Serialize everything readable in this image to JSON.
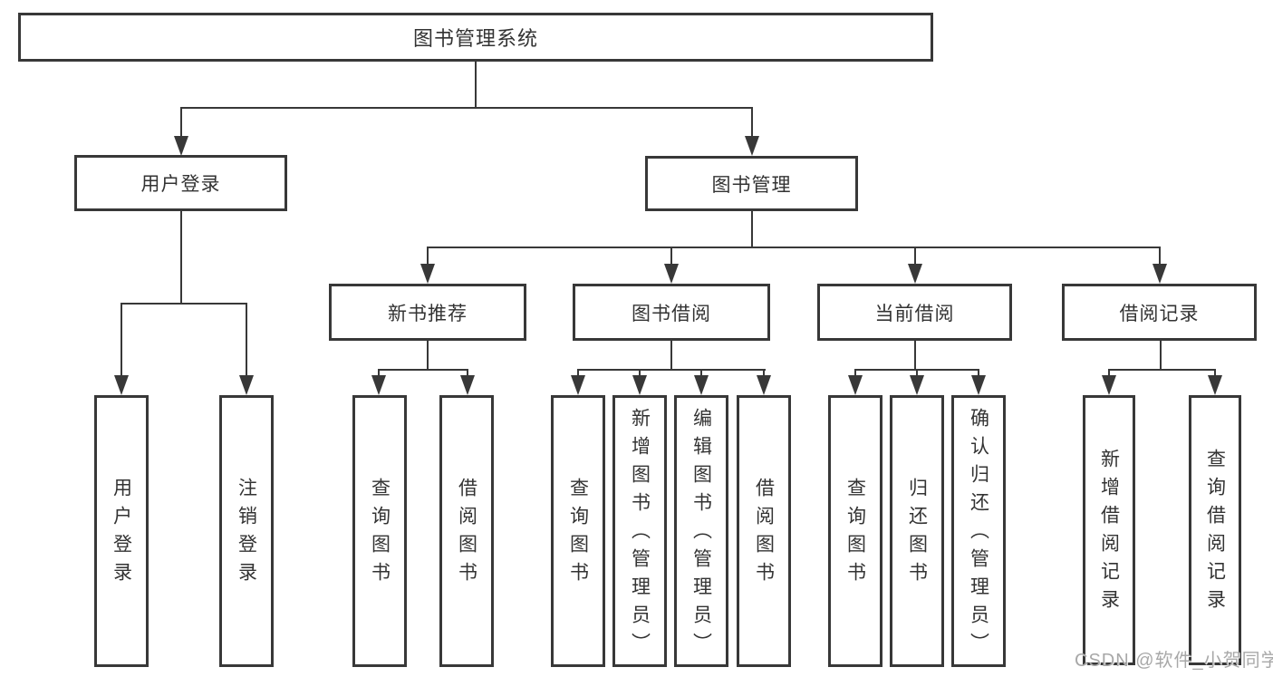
{
  "nodes": {
    "root": {
      "label": "图书管理系统"
    },
    "user_login": {
      "label": "用户登录"
    },
    "book_management": {
      "label": "图书管理"
    },
    "new_book_recommend": {
      "label": "新书推荐"
    },
    "book_borrow": {
      "label": "图书借阅"
    },
    "current_borrow": {
      "label": "当前借阅"
    },
    "borrow_record": {
      "label": "借阅记录"
    },
    "leaf_user_login": {
      "label": "用户登录"
    },
    "leaf_logout": {
      "label": "注销登录"
    },
    "leaf_query_book_rec": {
      "label": "查询图书"
    },
    "leaf_borrow_book_rec": {
      "label": "借阅图书"
    },
    "leaf_query_book_borrow": {
      "label": "查询图书"
    },
    "leaf_add_book": {
      "label": "新增图书（管理员）"
    },
    "leaf_edit_book": {
      "label": "编辑图书（管理员）"
    },
    "leaf_borrow_book_borrow": {
      "label": "借阅图书"
    },
    "leaf_query_book_current": {
      "label": "查询图书"
    },
    "leaf_return_book": {
      "label": "归还图书"
    },
    "leaf_confirm_return": {
      "label": "确认归还（管理员）"
    },
    "leaf_add_borrow_record": {
      "label": "新增借阅记录"
    },
    "leaf_query_borrow_record": {
      "label": "查询借阅记录"
    }
  },
  "edges": [
    {
      "from": "图书管理系统",
      "to": [
        "用户登录",
        "图书管理"
      ]
    },
    {
      "from": "用户登录",
      "to": [
        "用户登录",
        "注销登录"
      ]
    },
    {
      "from": "图书管理",
      "to": [
        "新书推荐",
        "图书借阅",
        "当前借阅",
        "借阅记录"
      ]
    },
    {
      "from": "新书推荐",
      "to": [
        "查询图书",
        "借阅图书"
      ]
    },
    {
      "from": "图书借阅",
      "to": [
        "查询图书",
        "新增图书（管理员）",
        "编辑图书（管理员）",
        "借阅图书"
      ]
    },
    {
      "from": "当前借阅",
      "to": [
        "查询图书",
        "归还图书",
        "确认归还（管理员）"
      ]
    },
    {
      "from": "借阅记录",
      "to": [
        "新增借阅记录",
        "查询借阅记录"
      ]
    }
  ],
  "watermark": {
    "text": "CSDN @软件_小贺同学"
  },
  "colors": {
    "line": "#383838",
    "text": "#333333",
    "background": "#ffffff",
    "watermark": "#a8a8a8"
  }
}
